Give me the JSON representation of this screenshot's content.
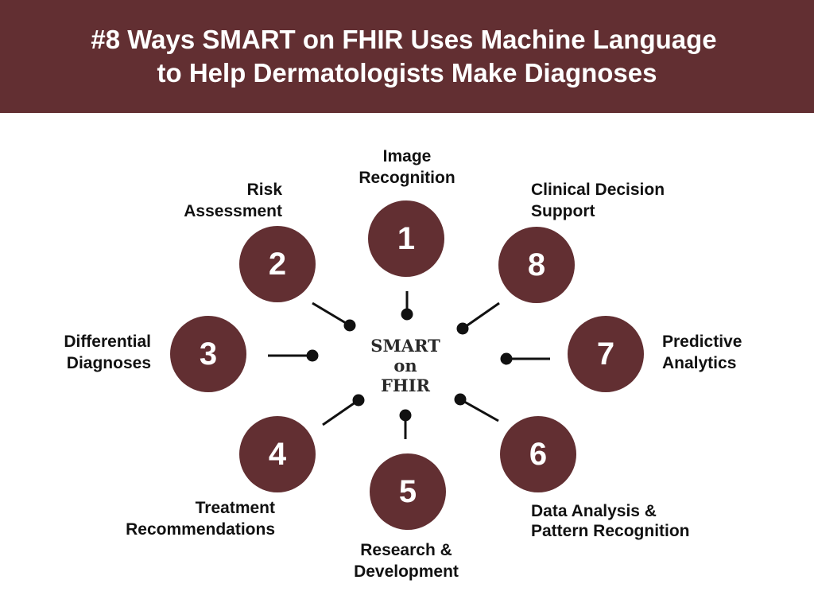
{
  "title": {
    "line1": "#8 Ways SMART on FHIR Uses Machine Language",
    "line2": "to Help Dermatologists Make Diagnoses"
  },
  "center": {
    "line1": "SMART",
    "line2": "on",
    "line3": "FHIR"
  },
  "items": [
    {
      "number": "1",
      "label_line1": "Image",
      "label_line2": "Recognition"
    },
    {
      "number": "2",
      "label_line1": "Risk",
      "label_line2": "Assessment"
    },
    {
      "number": "3",
      "label_line1": "Differential",
      "label_line2": "Diagnoses"
    },
    {
      "number": "4",
      "label_line1": "Treatment",
      "label_line2": "Recommendations"
    },
    {
      "number": "5",
      "label_line1": "Research &",
      "label_line2": "Development"
    },
    {
      "number": "6",
      "label_line1": "Data Analysis &",
      "label_line2": "Pattern Recognition"
    },
    {
      "number": "7",
      "label_line1": "Predictive",
      "label_line2": "Analytics"
    },
    {
      "number": "8",
      "label_line1": "Clinical Decision",
      "label_line2": "Support"
    }
  ],
  "colors": {
    "accent": "#622f32",
    "text": "#111111",
    "banner_text": "#ffffff"
  }
}
